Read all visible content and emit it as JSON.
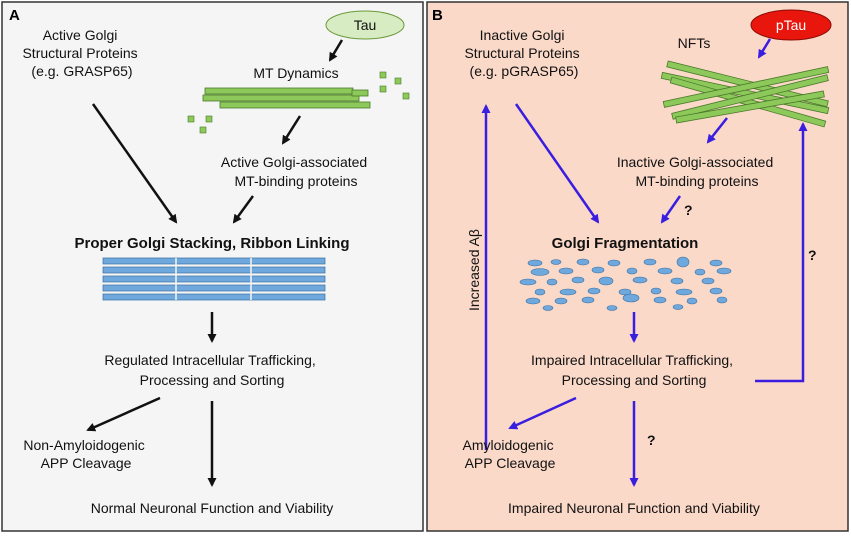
{
  "panel_a": {
    "letter": "A",
    "active_golgi": [
      "Active Golgi",
      "Structural Proteins",
      "(e.g. GRASP65)"
    ],
    "tau": "Tau",
    "mt_dynamics": "MT Dynamics",
    "active_mt_binding": [
      "Active Golgi-associated",
      "MT-binding proteins"
    ],
    "stacking": "Proper Golgi Stacking, Ribbon Linking",
    "trafficking": [
      "Regulated Intracellular Trafficking,",
      "Processing and Sorting"
    ],
    "non_amyloid": [
      "Non-Amyloidogenic",
      "APP Cleavage"
    ],
    "outcome": "Normal Neuronal Function and Viability"
  },
  "panel_b": {
    "letter": "B",
    "inactive_golgi": [
      "Inactive Golgi",
      "Structural Proteins",
      "(e.g. pGRASP65)"
    ],
    "ptau": "pTau",
    "nfts": "NFTs",
    "inactive_mt_binding": [
      "Inactive Golgi-associated",
      "MT-binding proteins"
    ],
    "question_1": "?",
    "fragmentation": "Golgi Fragmentation",
    "increased_abeta": "Increased Aβ",
    "question_2": "?",
    "trafficking": [
      "Impaired Intracellular Trafficking,",
      "Processing and Sorting"
    ],
    "amyloid": [
      "Amyloidogenic",
      "APP Cleavage"
    ],
    "question_3": "?",
    "outcome": "Impaired Neuronal Function and Viability"
  },
  "colors": {
    "panel_a_bg": "#f5f5f5",
    "panel_b_bg": "#fbd9c9",
    "black_arrow": "#111111",
    "blue_arrow": "#3a1ee0",
    "microtubule": "#8dc95a",
    "golgi": "#6fa8dc",
    "tau_fill": "#d8ecc4",
    "ptau_fill": "#e8160c"
  }
}
